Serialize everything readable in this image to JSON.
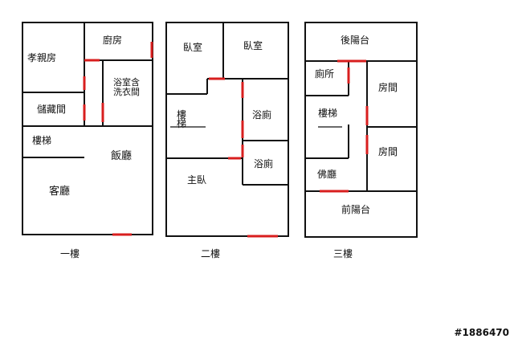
{
  "colors": {
    "wall": "#111111",
    "door": "#d81e1e"
  },
  "floors": [
    {
      "name": "一樓",
      "rooms": [
        "孝親房",
        "廚房",
        "浴室含",
        "洗衣間",
        "儲藏間",
        "樓梯",
        "飯廳",
        "客廳"
      ]
    },
    {
      "name": "二樓",
      "rooms": [
        "臥室",
        "臥室",
        "樓",
        "梯",
        "浴廁",
        "浴廁",
        "主臥"
      ]
    },
    {
      "name": "三樓",
      "rooms": [
        "後陽台",
        "廁所",
        "房間",
        "樓梯",
        "房間",
        "佛廳",
        "前陽台"
      ]
    }
  ],
  "watermark": "#1886470"
}
